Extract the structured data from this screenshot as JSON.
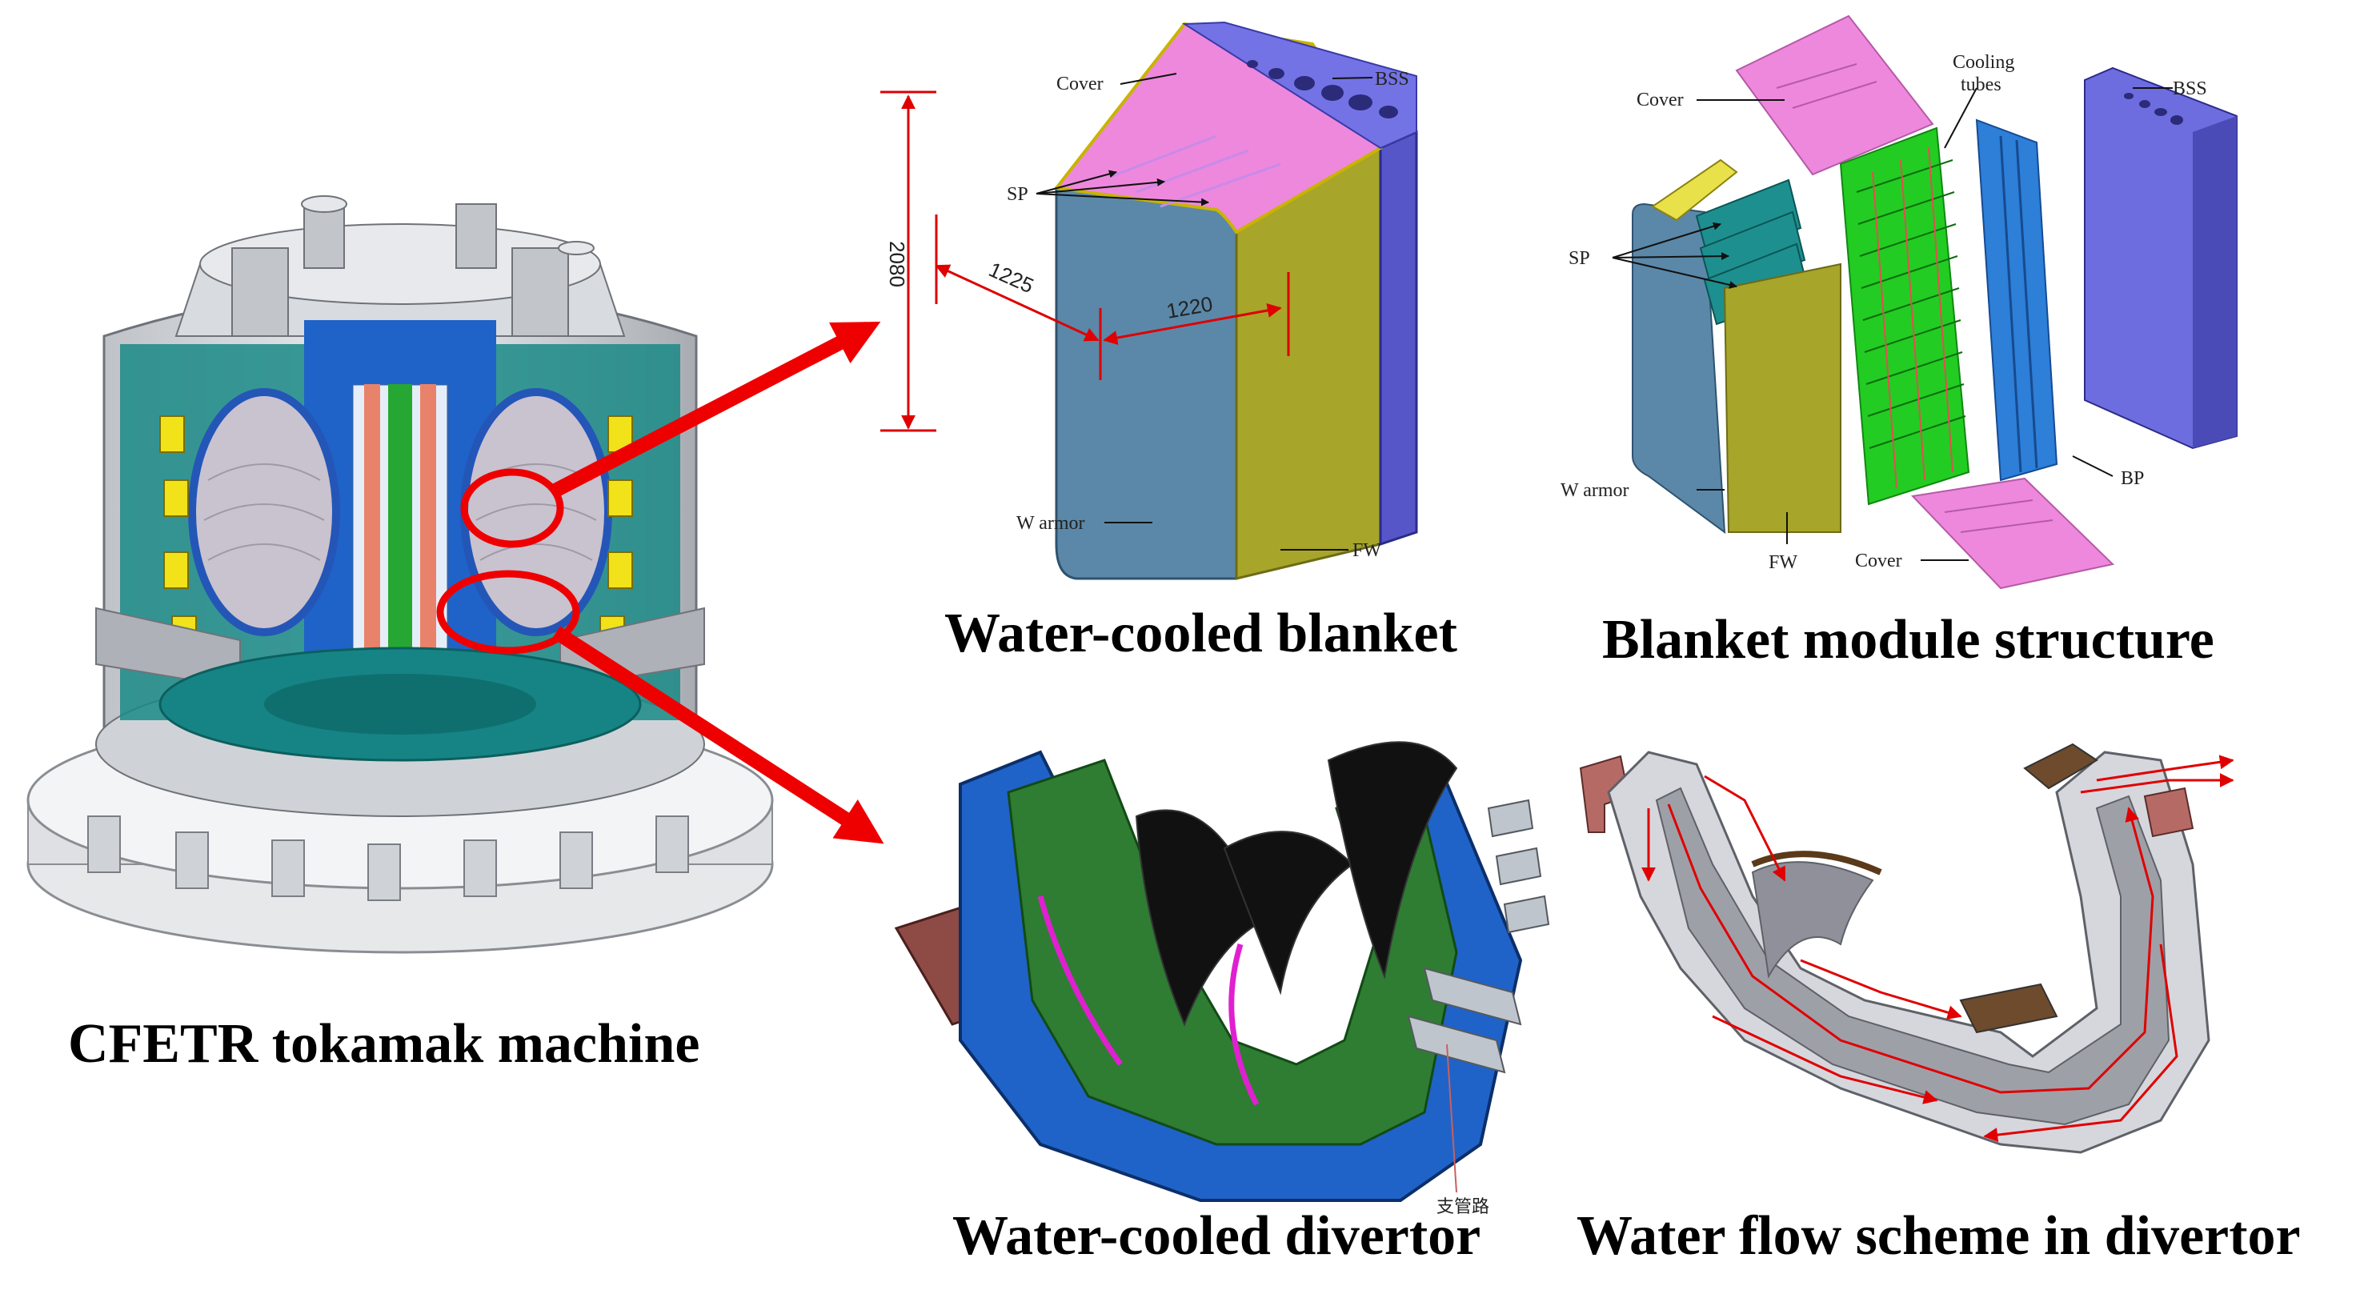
{
  "captions": {
    "tokamak": "CFETR tokamak machine",
    "blanket": "Water-cooled blanket",
    "module": "Blanket module structure",
    "divertor": "Water-cooled divertor",
    "flow": "Water flow scheme in divertor"
  },
  "blanket_labels": {
    "cover": "Cover",
    "bss": "BSS",
    "sp": "SP",
    "w_armor": "W armor",
    "fw": "FW",
    "dim_height": "2080",
    "dim_depth": "1225",
    "dim_width": "1220"
  },
  "module_labels": {
    "cover_top": "Cover",
    "cooling_line1": "Cooling",
    "cooling_line2": "tubes",
    "bss": "BSS",
    "sp": "SP",
    "w_armor": "W armor",
    "fw": "FW",
    "cover_bottom": "Cover",
    "bp": "BP"
  },
  "divertor_labels": {
    "pipe": "支管路"
  },
  "colors": {
    "arrow": "#ee0000",
    "pink": "#ee88dd",
    "steel_blue": "#5b88a8",
    "olive": "#a7a52a",
    "violet": "#5656c8",
    "green": "#22cc22",
    "blue": "#2d7fd8",
    "dark_green": "#2e7d32",
    "teal": "#137f7f"
  }
}
